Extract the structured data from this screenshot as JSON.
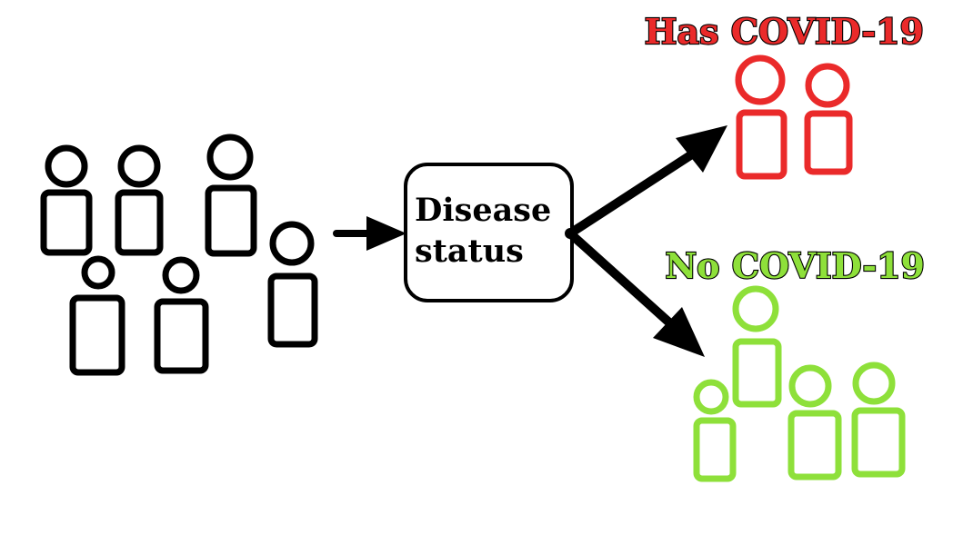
{
  "diagram": {
    "colors": {
      "population": "#000000",
      "positive": "#ea2a2a",
      "negative": "#8ee03a",
      "arrow": "#000000"
    },
    "process_box": {
      "line1": "Disease",
      "line2": "status"
    },
    "outcomes": {
      "positive": {
        "label": "Has COVID-19",
        "icon": "person-icon"
      },
      "negative": {
        "label": "No COVID-19",
        "icon": "person-icon"
      }
    }
  }
}
